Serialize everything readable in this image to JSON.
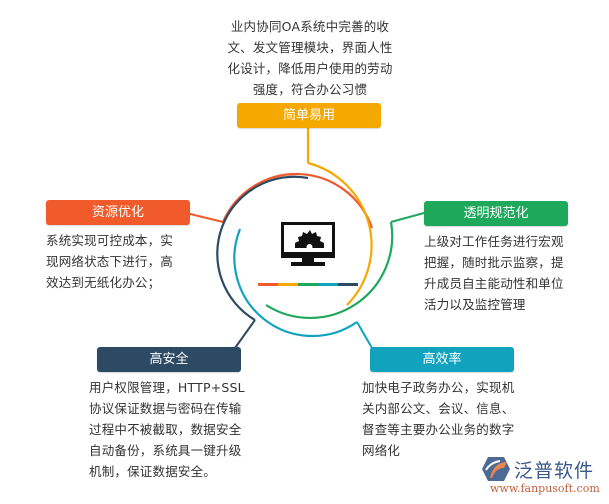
{
  "center": {
    "icon": "monitor-gear-icon",
    "stripe_colors": [
      "#f15a2b",
      "#f5a800",
      "#1ea85c",
      "#11a3be",
      "#2c4a63"
    ]
  },
  "nodes": [
    {
      "id": "simple",
      "label": "简单易用",
      "color": "#f5a800",
      "lines": [
        "业内协同OA系统中完善的收",
        "文、发文管理模块，界面人性",
        "化设计，降低用户使用的劳动",
        "强度，符合办公习惯"
      ]
    },
    {
      "id": "resource",
      "label": "资源优化",
      "color": "#f15a2b",
      "lines": [
        "系统实现可控成本，实",
        "现网络状态下进行，高",
        "效达到无纸化办公；"
      ]
    },
    {
      "id": "transparent",
      "label": "透明规范化",
      "color": "#1ea85c",
      "lines": [
        "上级对工作任务进行宏观",
        "把握，随时批示监察，提",
        "升成员自主能动性和单位",
        "活力以及监控管理"
      ]
    },
    {
      "id": "security",
      "label": "高安全",
      "color": "#2c4a63",
      "lines": [
        "用户权限管理，HTTP+SSL",
        "协议保证数据与密码在传输",
        "过程中不被截取，数据安全",
        "自动备份，系统具一键升级",
        "机制，保证数据安全。"
      ]
    },
    {
      "id": "efficiency",
      "label": "高效率",
      "color": "#11a3be",
      "lines": [
        "加快电子政务办公，实现机",
        "关内部公文、会议、信息、",
        "督查等主要办公业务的数字",
        "网络化"
      ]
    }
  ],
  "logo": {
    "icon": "fanpu-logo-icon",
    "name": "泛普软件",
    "url": "www.fanpusoft.com"
  }
}
